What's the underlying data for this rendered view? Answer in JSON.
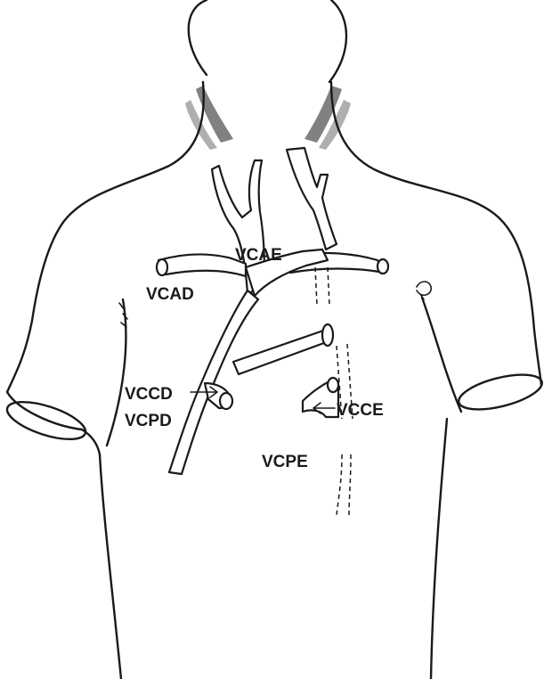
{
  "labels": {
    "vcad": "VCAD",
    "vcae": "VCAE",
    "vccd": "VCCD",
    "vcpd": "VCPD",
    "vcce": "VCCE",
    "vcpe": "VCPE"
  },
  "colors": {
    "ink": "#1a1a1a",
    "background": "#ffffff"
  }
}
